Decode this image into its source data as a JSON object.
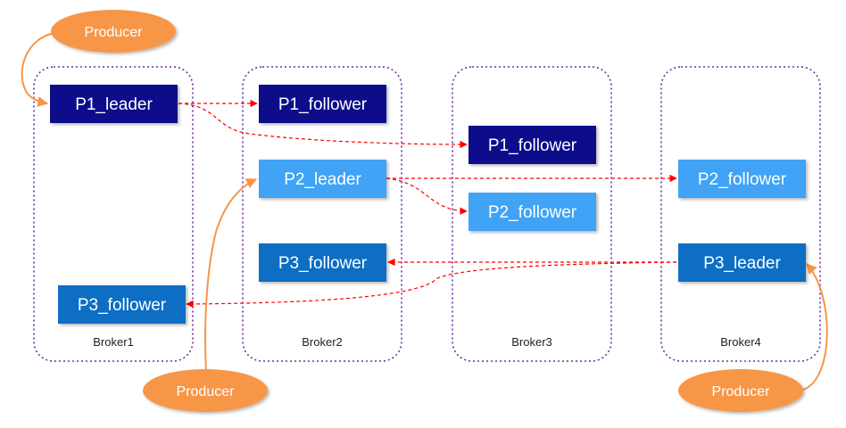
{
  "brokers": [
    {
      "label": "Broker1"
    },
    {
      "label": "Broker2"
    },
    {
      "label": "Broker3"
    },
    {
      "label": "Broker4"
    }
  ],
  "partitions": {
    "p1_leader": "P1_leader",
    "p1_follower_b2": "P1_follower",
    "p1_follower_b3": "P1_follower",
    "p2_leader": "P2_leader",
    "p2_follower_b3": "P2_follower",
    "p2_follower_b4": "P2_follower",
    "p3_leader": "P3_leader",
    "p3_follower_b1": "P3_follower",
    "p3_follower_b2": "P3_follower"
  },
  "producers": [
    {
      "label": "Producer"
    },
    {
      "label": "Producer"
    },
    {
      "label": "Producer"
    }
  ],
  "colors": {
    "p1": "#0a0a8c",
    "p2": "#3fa3f5",
    "p3": "#0c6ec4",
    "producer": "#f79646",
    "broker_border": "#7030a0",
    "replication": "#ff0000"
  }
}
